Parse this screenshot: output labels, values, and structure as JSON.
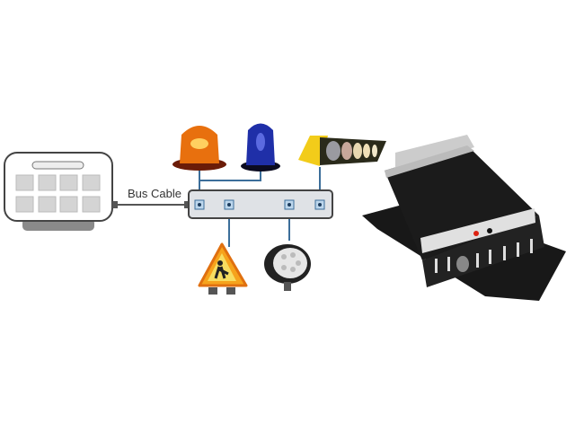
{
  "diagram": {
    "bus_cable_label": "Bus Cable",
    "nodes": [
      "keypad",
      "bus-hub",
      "amber-beacon",
      "blue-beacon",
      "light-bar",
      "road-work-sign",
      "work-light",
      "controller-module"
    ]
  },
  "colors": {
    "line": "#3c6e9a",
    "hub_fill": "#dfe2e6",
    "amber": "#e8700e",
    "blue": "#1f2fa8",
    "yellow": "#f2cc1a",
    "module": "#1b1b1b"
  }
}
